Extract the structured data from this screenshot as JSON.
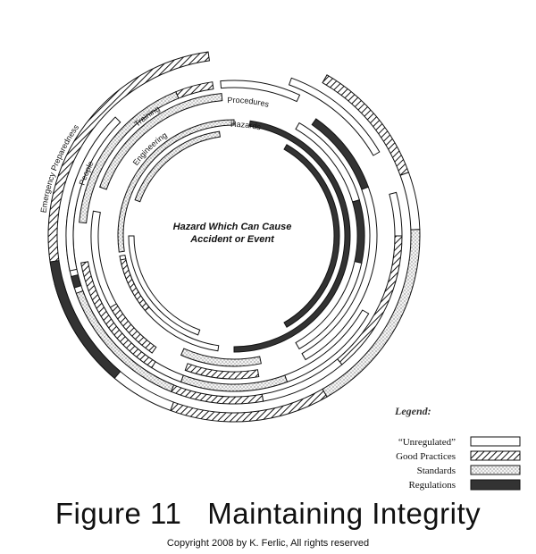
{
  "figure": {
    "caption": "Figure 11   Maintaining Integrity",
    "copyright": "Copyright 2008 by K. Ferlic, All rights reserved",
    "center_text": [
      "Hazard Which Can Cause",
      "Accident or Event"
    ]
  },
  "legend": {
    "title": "Legend:",
    "items": [
      {
        "key": "unregulated",
        "label": "“Unregulated”"
      },
      {
        "key": "good",
        "label": "Good Practices"
      },
      {
        "key": "standards",
        "label": "Standards"
      },
      {
        "key": "regulations",
        "label": "Regulations"
      }
    ]
  },
  "rings": [
    {
      "label": "Hazards",
      "segments": [
        {
          "type": "regulations",
          "from": 300,
          "to": 420
        },
        {
          "type": "unregulated",
          "from": 470,
          "to": 540
        },
        {
          "type": "standards",
          "from": 200,
          "to": 262
        }
      ]
    },
    {
      "label": "Engineering",
      "segments": [
        {
          "type": "regulations",
          "from": 278,
          "to": 450
        },
        {
          "type": "unregulated",
          "from": 458,
          "to": 530
        },
        {
          "type": "good",
          "from": 140,
          "to": 168
        },
        {
          "type": "standards",
          "from": 172,
          "to": 270
        }
      ]
    },
    {
      "label": "Procedures",
      "segments": [
        {
          "type": "unregulated",
          "from": 300,
          "to": 344
        },
        {
          "type": "regulations",
          "from": 344,
          "to": 372
        },
        {
          "type": "unregulated",
          "from": 372,
          "to": 420
        },
        {
          "type": "standards",
          "from": 438,
          "to": 474
        }
      ]
    },
    {
      "label": "Training",
      "segments": [
        {
          "type": "regulations",
          "from": 305,
          "to": 340
        },
        {
          "type": "unregulated",
          "from": 340,
          "to": 420
        },
        {
          "type": "good",
          "from": 440,
          "to": 470
        },
        {
          "type": "unregulated",
          "from": 490,
          "to": 550
        },
        {
          "type": "good",
          "from": 125,
          "to": 150
        },
        {
          "type": "standards",
          "from": 200,
          "to": 265
        }
      ]
    },
    {
      "label": "People",
      "segments": [
        {
          "type": "good",
          "from": 248,
          "to": 262
        },
        {
          "type": "unregulated",
          "from": 265,
          "to": 295
        },
        {
          "type": "unregulated",
          "from": 390,
          "to": 430
        },
        {
          "type": "standards",
          "from": 430,
          "to": 470
        },
        {
          "type": "unregulated",
          "from": 470,
          "to": 520
        },
        {
          "type": "good",
          "from": 122,
          "to": 170
        },
        {
          "type": "standards",
          "from": 185,
          "to": 248
        }
      ]
    },
    {
      "label": "",
      "segments": [
        {
          "type": "unregulated",
          "from": 290,
          "to": 330
        },
        {
          "type": "unregulated",
          "from": 345,
          "to": 360
        },
        {
          "type": "good",
          "from": 360,
          "to": 410
        },
        {
          "type": "unregulated",
          "from": 410,
          "to": 440
        },
        {
          "type": "good",
          "from": 440,
          "to": 490
        },
        {
          "type": "unregulated",
          "from": 490,
          "to": 560
        },
        {
          "type": "standards",
          "from": 112,
          "to": 160
        },
        {
          "type": "regulations",
          "from": 162,
          "to": 166
        },
        {
          "type": "unregulated",
          "from": 168,
          "to": 225
        }
      ]
    },
    {
      "label": "Emergency Preparedness",
      "segments": [
        {
          "type": "good",
          "from": 300,
          "to": 340
        },
        {
          "type": "unregulated",
          "from": 340,
          "to": 358
        },
        {
          "type": "standards",
          "from": 358,
          "to": 420
        },
        {
          "type": "good",
          "from": 420,
          "to": 470
        },
        {
          "type": "unregulated",
          "from": 470,
          "to": 525
        },
        {
          "type": "regulations",
          "from": 130,
          "to": 172
        },
        {
          "type": "good",
          "from": 172,
          "to": 262
        }
      ]
    }
  ]
}
